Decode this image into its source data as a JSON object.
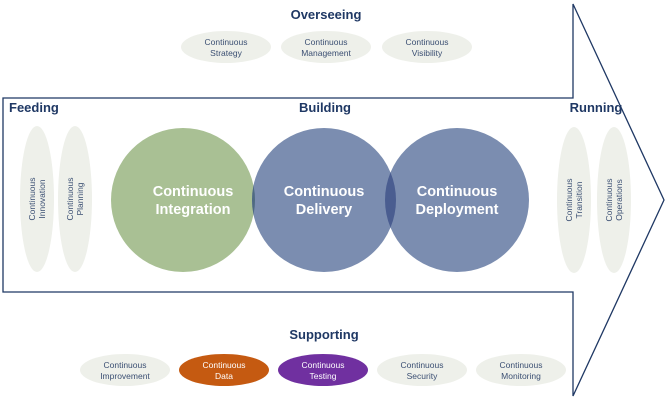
{
  "colors": {
    "outline": "#1f3864",
    "heading": "#1f3864",
    "pill_fill": "#eef0ea",
    "pill_text": "#3b4f73",
    "integration": "#a9c094",
    "delivery": "#7b8db0",
    "deployment": "#7b8db0",
    "overlap": "#4f6a82",
    "overlap2": "#4a5d90",
    "data_pill": "#c55a11",
    "testing_pill": "#7030a0"
  },
  "headings": {
    "overseeing": "Overseeing",
    "feeding": "Feeding",
    "building": "Building",
    "running": "Running",
    "supporting": "Supporting"
  },
  "overseeing_items": [
    {
      "line1": "Continuous",
      "line2": "Strategy"
    },
    {
      "line1": "Continuous",
      "line2": "Management"
    },
    {
      "line1": "Continuous",
      "line2": "Visibility"
    }
  ],
  "feeding_items": [
    {
      "line1": "Continuous",
      "line2": "Innovation"
    },
    {
      "line1": "Continuous",
      "line2": "Planning"
    }
  ],
  "building_circles": [
    {
      "line1": "Continuous",
      "line2": "Integration"
    },
    {
      "line1": "Continuous",
      "line2": "Delivery"
    },
    {
      "line1": "Continuous",
      "line2": "Deployment"
    }
  ],
  "running_items": [
    {
      "line1": "Continuous",
      "line2": "Transition"
    },
    {
      "line1": "Continuous",
      "line2": "Operations"
    }
  ],
  "supporting_items": [
    {
      "line1": "Continuous",
      "line2": "Improvement"
    },
    {
      "line1": "Continuous",
      "line2": "Data"
    },
    {
      "line1": "Continuous",
      "line2": "Testing"
    },
    {
      "line1": "Continuous",
      "line2": "Security"
    },
    {
      "line1": "Continuous",
      "line2": "Monitoring"
    }
  ]
}
